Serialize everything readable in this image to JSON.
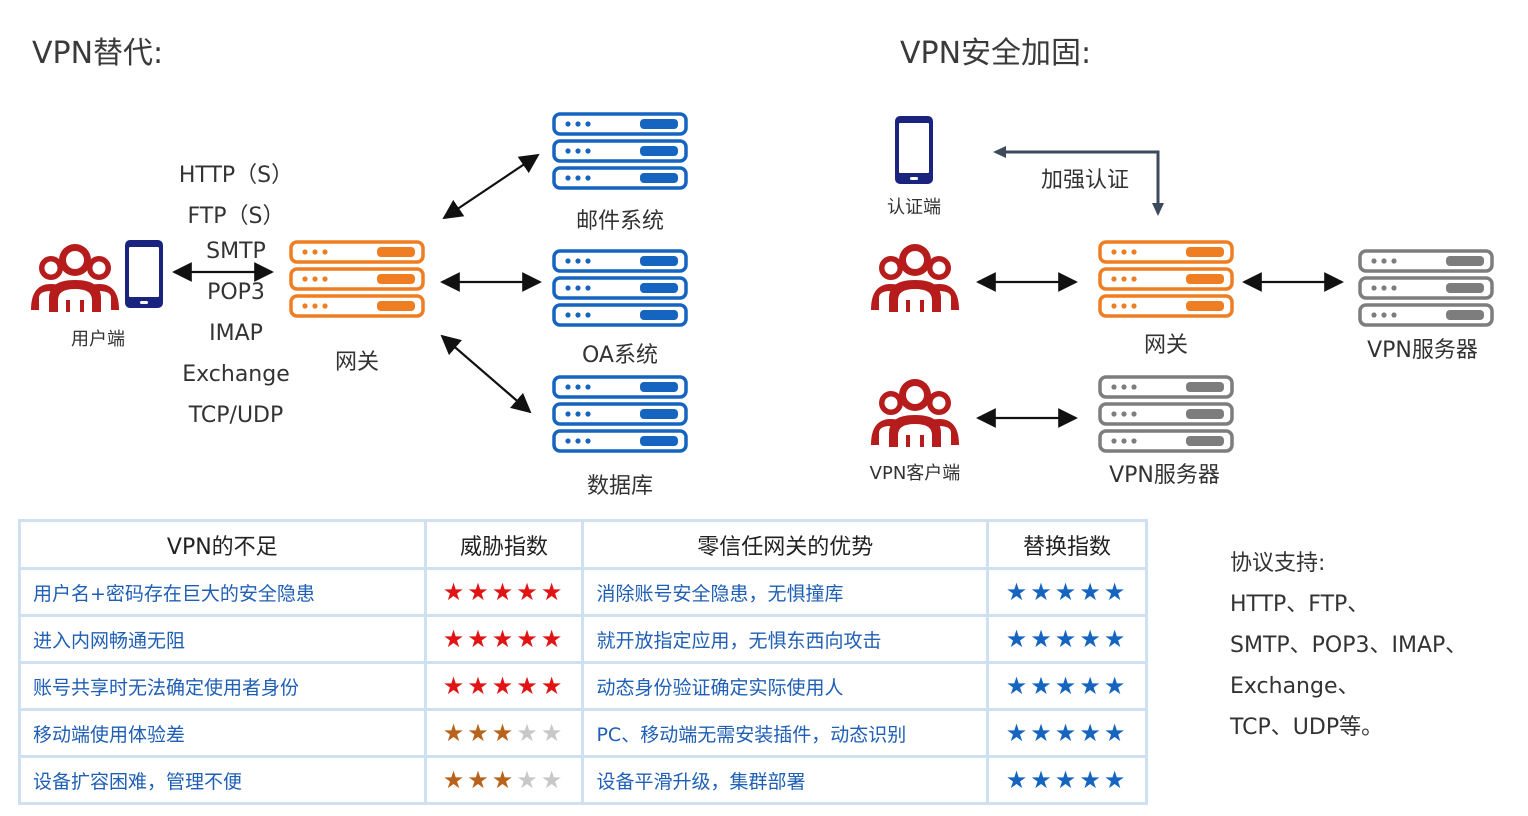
{
  "left": {
    "title": "VPN替代:",
    "user_label": "用户端",
    "gateway_label": "网关",
    "protocols": [
      "HTTP（S）",
      "FTP（S）",
      "SMTP",
      "POP3",
      "IMAP",
      "Exchange",
      "TCP/UDP"
    ],
    "targets": [
      "邮件系统",
      "OA系统",
      "数据库"
    ]
  },
  "right": {
    "title": "VPN安全加固:",
    "auth_label": "认证端",
    "enhance_label": "加强认证",
    "gateway_label": "网关",
    "server_label_1": "VPN服务器",
    "client_label": "VPN客户端",
    "server_label_2": "VPN服务器"
  },
  "colors": {
    "user_red": "#b71c1c",
    "gateway_orange": "#ef7d22",
    "server_blue": "#1565c0",
    "server_gray": "#7d7d7d",
    "phone_navy": "#1a237e"
  },
  "table": {
    "headers": [
      "VPN的不足",
      "威胁指数",
      "零信任网关的优势",
      "替换指数"
    ],
    "rows": [
      {
        "weakness": "用户名+密码存在巨大的安全隐患",
        "threat": 5,
        "advantage": "消除账号安全隐患，无惧撞库",
        "replace": 5
      },
      {
        "weakness": "进入内网畅通无阻",
        "threat": 5,
        "advantage": "就开放指定应用，无惧东西向攻击",
        "replace": 5
      },
      {
        "weakness": "账号共享时无法确定使用者身份",
        "threat": 5,
        "advantage": "动态身份验证确定实际使用人",
        "replace": 5
      },
      {
        "weakness": "移动端使用体验差",
        "threat": 3,
        "advantage": "PC、移动端无需安装插件，动态识别",
        "replace": 5
      },
      {
        "weakness": "设备扩容困难，管理不便",
        "threat": 3,
        "advantage": "设备平滑升级，集群部署",
        "replace": 5
      }
    ]
  },
  "side_note": {
    "lines": [
      "协议支持:",
      "HTTP、FTP、",
      "SMTP、POP3、IMAP、",
      "Exchange、",
      "TCP、UDP等。"
    ]
  }
}
